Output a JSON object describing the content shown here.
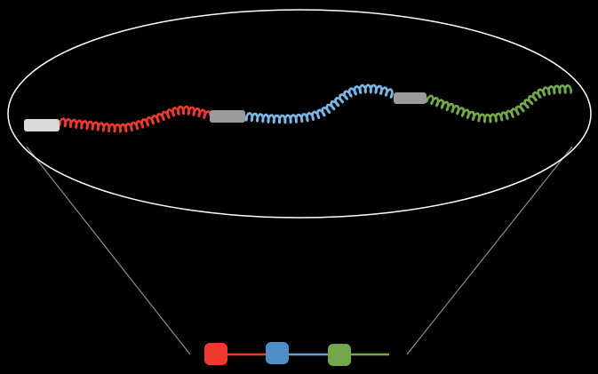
{
  "diagram": {
    "background": "#000000",
    "outline_color": "#ffffff",
    "funnel_line_color": "#8c8c8c",
    "segments": [
      {
        "id": "red",
        "color": "#ee3a2e",
        "label": ""
      },
      {
        "id": "blue",
        "color": "#7ab6e6",
        "label": ""
      },
      {
        "id": "green",
        "color": "#72a84a",
        "label": ""
      }
    ],
    "blocks": [
      {
        "id": "block-1",
        "color": "#d9d9d9"
      },
      {
        "id": "block-2",
        "color": "#9a9a9a"
      },
      {
        "id": "block-3",
        "color": "#9a9a9a"
      }
    ],
    "legend_nodes": [
      {
        "id": "node-red",
        "color": "#ee3a2e",
        "line_color": "#ee3a2e"
      },
      {
        "id": "node-blue",
        "color": "#4d8ec9",
        "line_color": "#6a9fd6"
      },
      {
        "id": "node-green",
        "color": "#72a84a",
        "line_color": "#72a84a"
      }
    ]
  }
}
